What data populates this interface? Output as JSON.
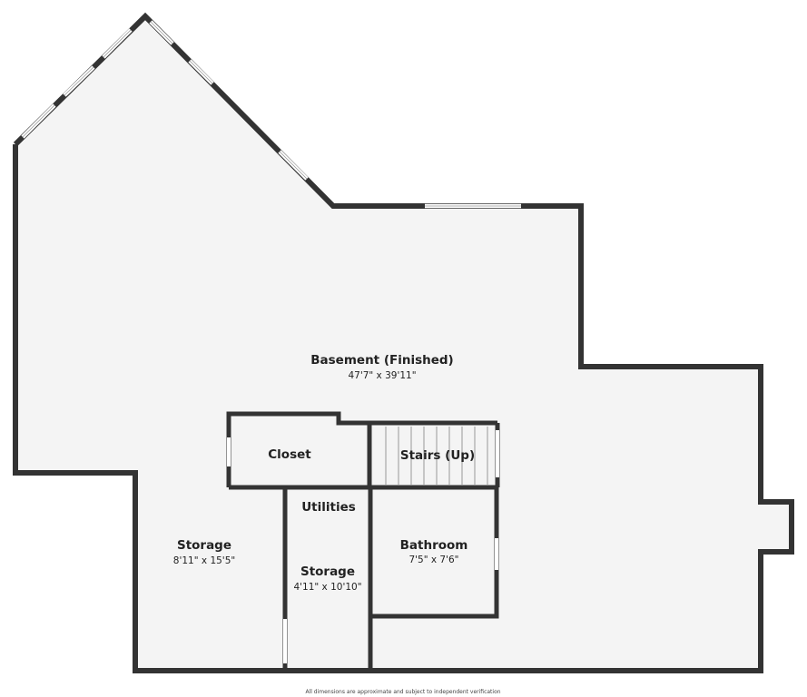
{
  "rooms": {
    "basement": {
      "name": "Basement (Finished)",
      "dims": "47'7\" x 39'11\""
    },
    "closet": {
      "name": "Closet"
    },
    "stairs": {
      "name": "Stairs (Up)"
    },
    "utilities": {
      "name": "Utilities"
    },
    "storage_large": {
      "name": "Storage",
      "dims": "8'11\" x 15'5\""
    },
    "storage_small": {
      "name": "Storage",
      "dims": "4'11\" x 10'10\""
    },
    "bathroom": {
      "name": "Bathroom",
      "dims": "7'5\" x 7'6\""
    }
  },
  "footer": {
    "note": "All dimensions are approximate and subject to independent verification"
  },
  "colors": {
    "floor": "#f4f4f4",
    "wall": "#333333",
    "background": "#ffffff"
  }
}
